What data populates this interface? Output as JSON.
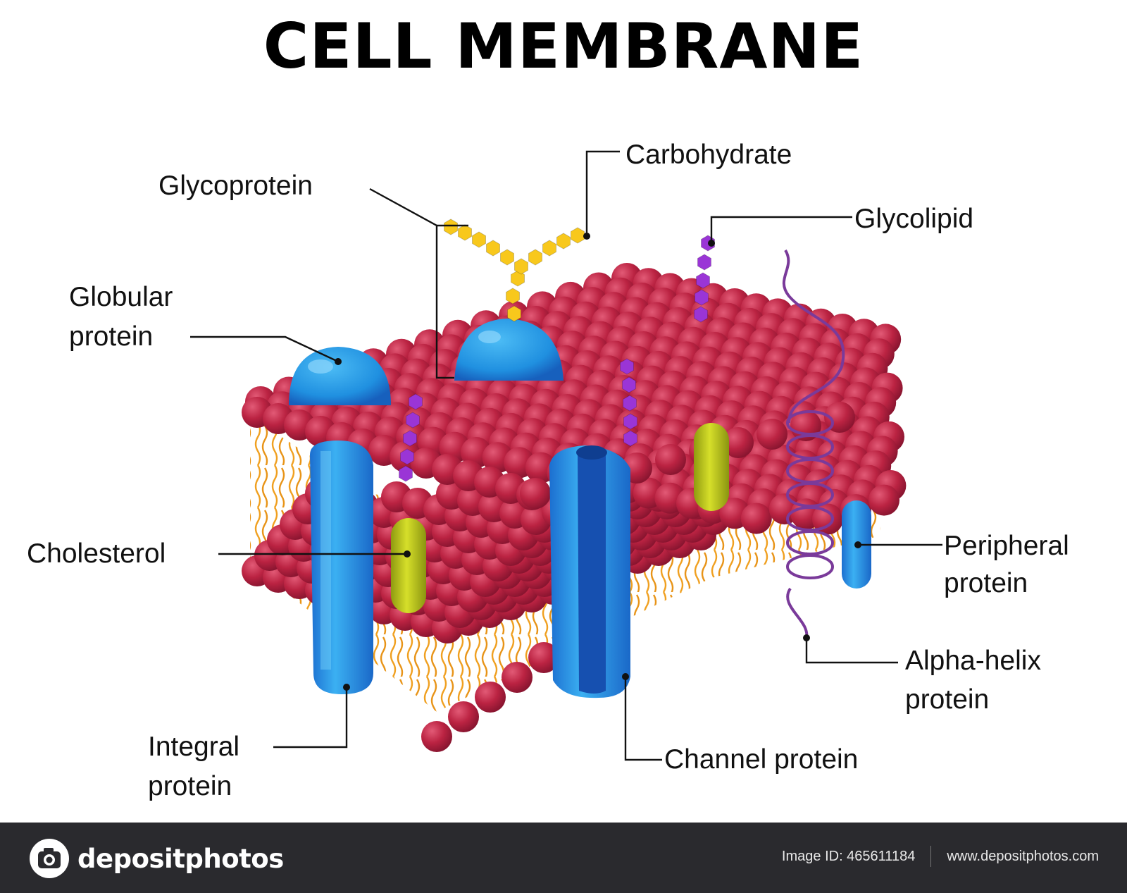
{
  "title": "CELL MEMBRANE",
  "labels": {
    "carbohydrate": "Carbohydrate",
    "glycoprotein": "Glycoprotein",
    "glycolipid": "Glycolipid",
    "globular_1": "Globular",
    "globular_2": "protein",
    "cholesterol": "Cholesterol",
    "peripheral_1": "Peripheral",
    "peripheral_2": "protein",
    "alpha_1": "Alpha-helix",
    "alpha_2": "protein",
    "integral_1": "Integral",
    "integral_2": "protein",
    "channel": "Channel protein"
  },
  "footer": {
    "logo_text": "depositphotos",
    "image_id": "Image ID: 465611184",
    "url": "www.depositphotos.com"
  },
  "colors": {
    "head": "#b8223f",
    "head_highlight": "#e05a74",
    "tail": "#f0a020",
    "protein": "#2a9fe8",
    "protein_dark": "#1862c0",
    "cholesterol": "#c2cc1a",
    "glycolipid": "#9a35d6",
    "carbohydrate": "#f8c81c",
    "alpha_helix": "#7a3a9a",
    "footer_bg": "#2a2a2e"
  },
  "icons": [
    "camera-logo-icon"
  ]
}
